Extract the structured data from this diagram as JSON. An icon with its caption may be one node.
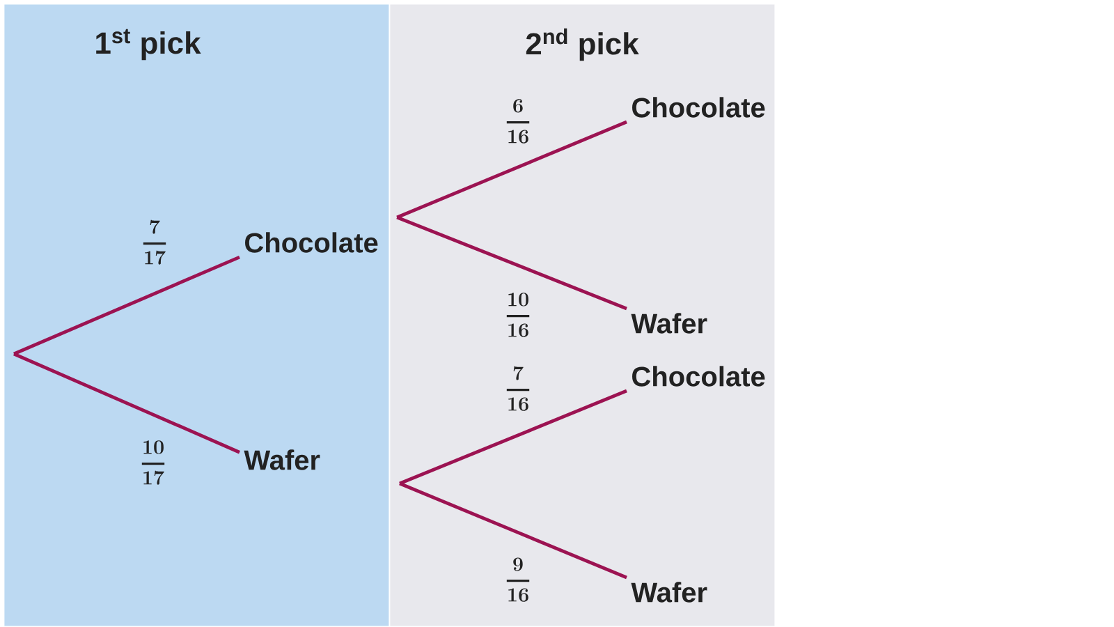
{
  "diagram": {
    "nodes": [
      {
        "text": [
          "1$^{st}$ pick"
        ]
      },
      {
        "text": [
          "Chocolate"
        ],
        "in": 0
      },
      {
        "text": [
          "Wafer"
        ],
        "in": 0
      },
      {
        "text": [
          "2$^{nd}$ pick"
        ]
      },
      {
        "text": [
          "Chocolate"
        ],
        "in": 3
      },
      {
        "text": [
          "Wafer"
        ],
        "in": 3
      },
      {
        "text": [
          "Chocolate"
        ],
        "in": 3
      },
      {
        "text": [
          "Wafer"
        ],
        "in": 3
      }
    ],
    "edges": [
      {
        "from": null,
        "to": 1,
        "arrow": "none",
        "label": "\\frac{7}{17}"
      },
      {
        "from": null,
        "to": 2,
        "arrow": "none",
        "label": "\\frac{10}{17}"
      },
      {
        "from": 1,
        "to": 4,
        "arrow": "none",
        "label": "\\frac{6}{16}"
      },
      {
        "from": 1,
        "to": 5,
        "arrow": "none",
        "label": "\\frac{10}{16}"
      },
      {
        "from": null,
        "to": 6,
        "arrow": "none",
        "label": "\\frac{7}{16}"
      },
      {
        "from": null,
        "to": 7,
        "arrow": "none",
        "label": "\\frac{9}{16}"
      }
    ]
  }
}
